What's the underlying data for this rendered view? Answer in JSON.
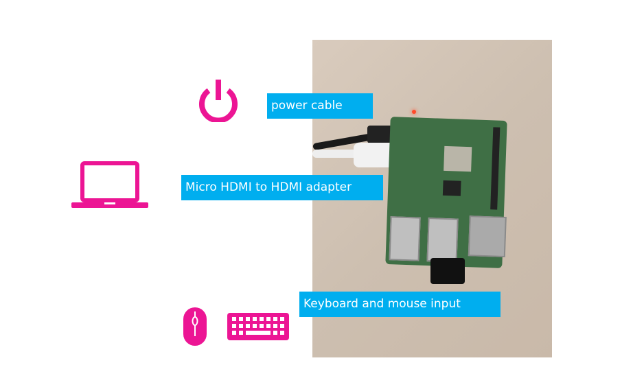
{
  "labels": {
    "power": "power cable",
    "hdmi": "Micro HDMI to HDMI adapter",
    "input": "Keyboard and mouse input"
  },
  "icons": [
    "power-icon",
    "laptop-icon",
    "mouse-icon",
    "keyboard-icon"
  ],
  "colors": {
    "icon": "#ec1594",
    "label_bg": "#00aeef",
    "label_text": "#ffffff"
  }
}
